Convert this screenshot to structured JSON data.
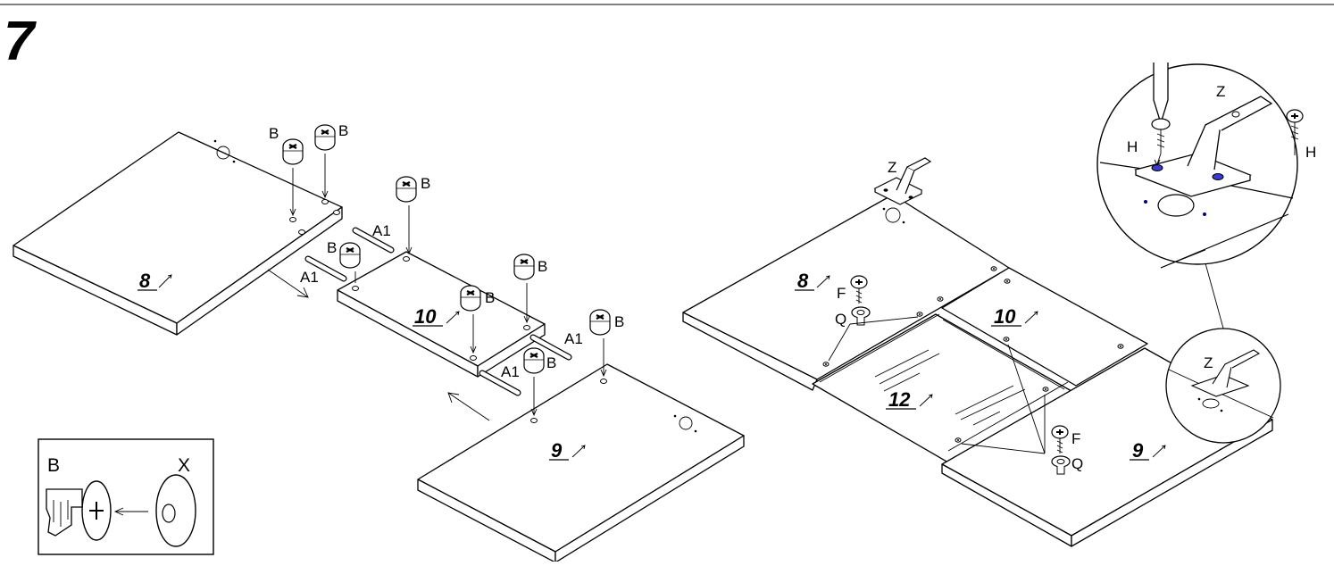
{
  "step_number": "7",
  "left_assembly": {
    "part_numbers": {
      "panel_a": "8",
      "panel_b": "10",
      "panel_c": "9"
    },
    "cam_label": "B",
    "dowel_label": "A1"
  },
  "inset": {
    "cam_label": "B",
    "cap_label": "X"
  },
  "right_assembly": {
    "part_numbers": {
      "panel_a": "8",
      "panel_b": "10",
      "panel_c": "12",
      "panel_d": "9"
    },
    "hinge_label": "Z",
    "screw_label": "F",
    "washer_label": "Q"
  },
  "detail_circle": {
    "hinge_label": "Z",
    "screw_label": "H"
  },
  "small_circle": {
    "hinge_label": "Z"
  }
}
